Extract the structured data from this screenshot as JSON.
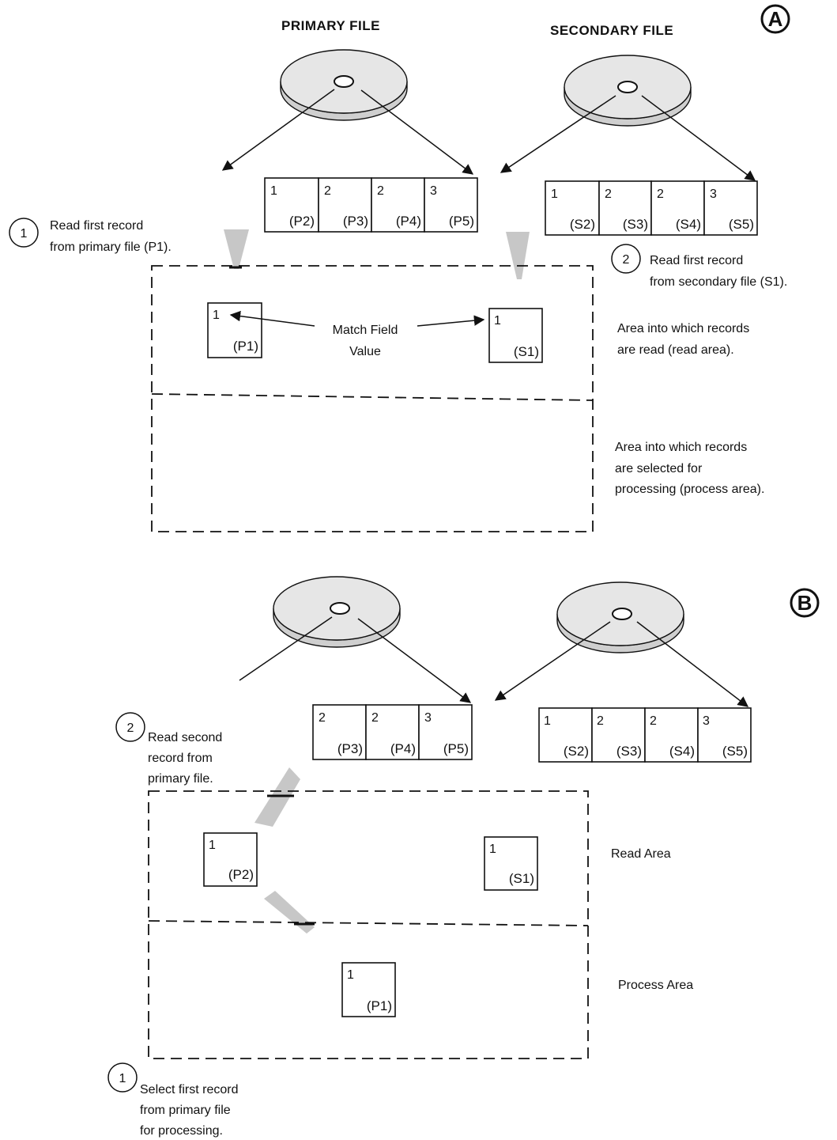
{
  "panel_a": {
    "letter": "A",
    "primary_file_title": "PRIMARY FILE",
    "secondary_file_title": "SECONDARY FILE",
    "primary_records": [
      {
        "value": "1",
        "id": "(P2)"
      },
      {
        "value": "2",
        "id": "(P3)"
      },
      {
        "value": "2",
        "id": "(P4)"
      },
      {
        "value": "3",
        "id": "(P5)"
      }
    ],
    "secondary_records": [
      {
        "value": "1",
        "id": "(S2)"
      },
      {
        "value": "2",
        "id": "(S3)"
      },
      {
        "value": "2",
        "id": "(S4)"
      },
      {
        "value": "3",
        "id": "(S5)"
      }
    ],
    "step1_number": "1",
    "step1_text": [
      "Read first record",
      "from primary file (P1)."
    ],
    "step2_number": "2",
    "step2_text": [
      "Read first record",
      "from secondary file (S1)."
    ],
    "read_primary": {
      "value": "1",
      "id": "(P1)"
    },
    "read_secondary": {
      "value": "1",
      "id": "(S1)"
    },
    "match_label": [
      "Match Field",
      "Value"
    ],
    "read_area_text": [
      "Area into which records",
      "are read (read area)."
    ],
    "process_area_text": [
      "Area into which records",
      "are selected for",
      "processing (process area)."
    ]
  },
  "panel_b": {
    "letter": "B",
    "primary_records": [
      {
        "value": "2",
        "id": "(P3)"
      },
      {
        "value": "2",
        "id": "(P4)"
      },
      {
        "value": "3",
        "id": "(P5)"
      }
    ],
    "secondary_records": [
      {
        "value": "1",
        "id": "(S2)"
      },
      {
        "value": "2",
        "id": "(S3)"
      },
      {
        "value": "2",
        "id": "(S4)"
      },
      {
        "value": "3",
        "id": "(S5)"
      }
    ],
    "step2_number": "2",
    "step2_text": [
      "Read second",
      "record from",
      "primary file."
    ],
    "read_primary": {
      "value": "1",
      "id": "(P2)"
    },
    "read_secondary": {
      "value": "1",
      "id": "(S1)"
    },
    "process_record": {
      "value": "1",
      "id": "(P1)"
    },
    "read_area_label": "Read Area",
    "process_area_label": "Process Area",
    "step1_number": "1",
    "step1_text": [
      "Select first record",
      "from primary file",
      "for processing."
    ]
  }
}
